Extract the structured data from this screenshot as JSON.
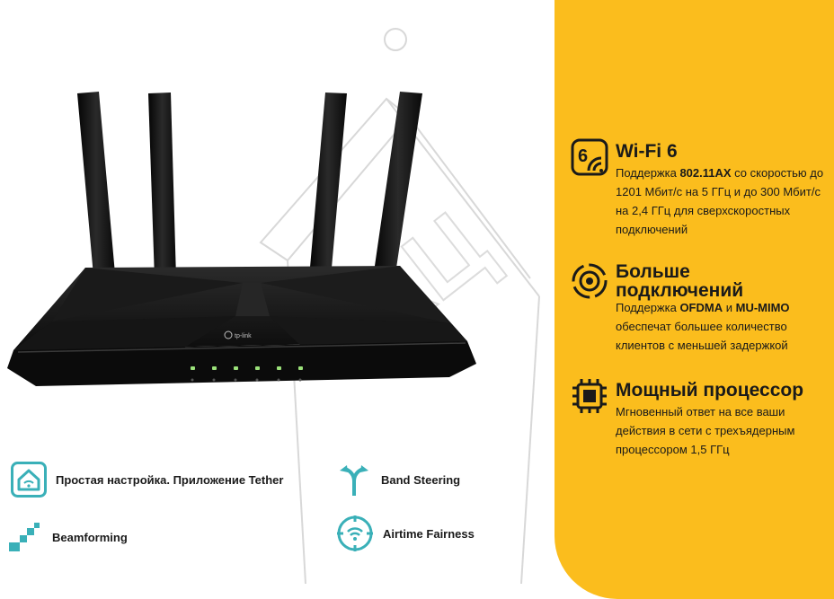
{
  "colors": {
    "accent_panel": "#fbbd1d",
    "teal_icon": "#3ab0b8",
    "router_body": "#141414",
    "led": "#9be27a"
  },
  "router": {
    "brand": "tp-link"
  },
  "features": [
    {
      "icon": "wifi6-icon",
      "title": "Wi-Fi 6",
      "desc": [
        {
          "t": "Поддержка ",
          "b": false
        },
        {
          "t": "802.11AX",
          "b": true
        },
        {
          "t": " со скоростью до 1201 Мбит/с на 5 ГГц и до 300 Мбит/с на 2,4 ГГц для сверхскоростных подключений",
          "b": false
        }
      ]
    },
    {
      "icon": "connections-icon",
      "title_line1": "Больше",
      "title_line2": "подключений",
      "desc": [
        {
          "t": "Поддержка ",
          "b": false
        },
        {
          "t": "OFDMA",
          "b": true
        },
        {
          "t": " и ",
          "b": false
        },
        {
          "t": "MU-MIMO",
          "b": true
        },
        {
          "t": " обеспечат большее количество клиентов с меньшей задержкой",
          "b": false
        }
      ]
    },
    {
      "icon": "processor-icon",
      "title": "Мощный процессор",
      "desc": [
        {
          "t": "Мгновенный ответ на все ваши действия в сети с трехъядерным процессором 1,5 ГГц",
          "b": false
        }
      ]
    }
  ],
  "bottom_features": [
    {
      "icon": "tether-app-icon",
      "label": "Простая настройка. Приложение Tether"
    },
    {
      "icon": "band-steering-icon",
      "label": "Band Steering"
    },
    {
      "icon": "beamforming-icon",
      "label": "Beamforming"
    },
    {
      "icon": "airtime-fairness-icon",
      "label": "Airtime Fairness"
    }
  ]
}
